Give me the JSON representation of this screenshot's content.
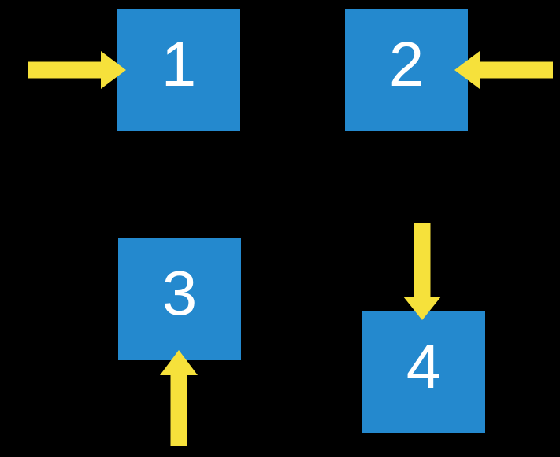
{
  "colors": {
    "background": "#000000",
    "box_fill": "#2489CE",
    "arrow_fill": "#F6E13B",
    "label_color": "#FFFFFF"
  },
  "boxes": [
    {
      "label": "1",
      "arrow_direction": "right"
    },
    {
      "label": "2",
      "arrow_direction": "left"
    },
    {
      "label": "3",
      "arrow_direction": "up"
    },
    {
      "label": "4",
      "arrow_direction": "down"
    }
  ]
}
